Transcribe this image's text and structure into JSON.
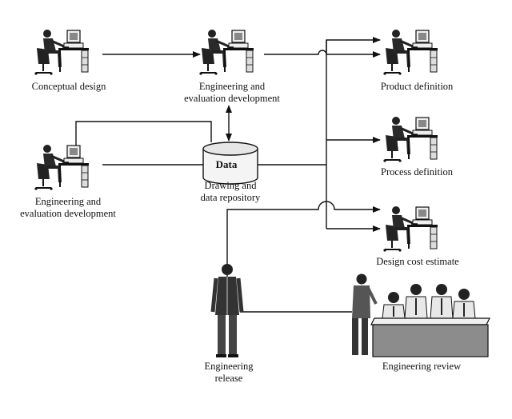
{
  "nodes": {
    "conceptual_design": {
      "label": "Conceptual design"
    },
    "eng_eval_top": {
      "line1": "Engineering and",
      "line2": "evaluation development"
    },
    "eng_eval_left": {
      "line1": "Engineering and",
      "line2": "evaluation development"
    },
    "repository": {
      "tag": "Data",
      "line1": "Drawing and",
      "line2": "data repository"
    },
    "product_definition": {
      "label": "Product definition"
    },
    "process_definition": {
      "label": "Process definition"
    },
    "design_cost_estimate": {
      "label": "Design cost estimate"
    },
    "engineering_release": {
      "line1": "Engineering",
      "line2": "release"
    },
    "engineering_review": {
      "label": "Engineering review"
    }
  },
  "colors": {
    "ink": "#111111",
    "paper": "#ffffff",
    "shade": "#9a9a9a"
  }
}
